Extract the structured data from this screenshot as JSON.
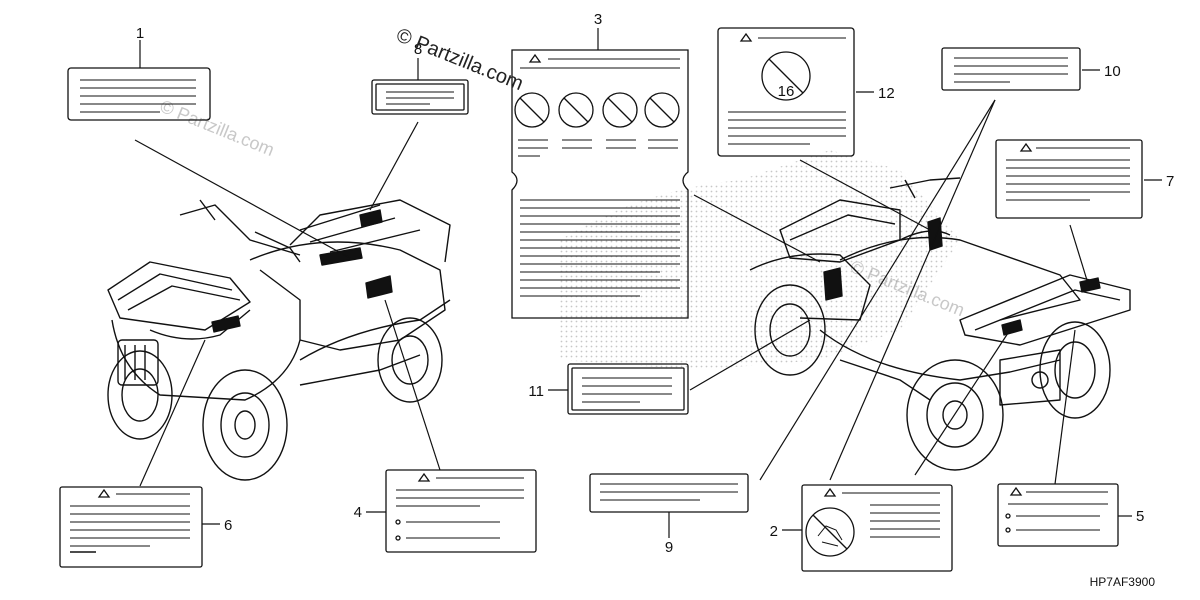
{
  "diagram": {
    "callouts": {
      "c1": "1",
      "c2": "2",
      "c3": "3",
      "c4": "4",
      "c5": "5",
      "c6": "6",
      "c7": "7",
      "c8": "8",
      "c9": "9",
      "c10": "10",
      "c11": "11",
      "c12": "12"
    },
    "sign_number": "16",
    "part_code": "HP7AF3900",
    "watermark": "© Partzilla.com",
    "watermark_faint": "© Partzilla.com"
  },
  "colors": {
    "ink": "#111111",
    "watermark": "#c8c8c8",
    "dots": "#9a9a9a"
  }
}
